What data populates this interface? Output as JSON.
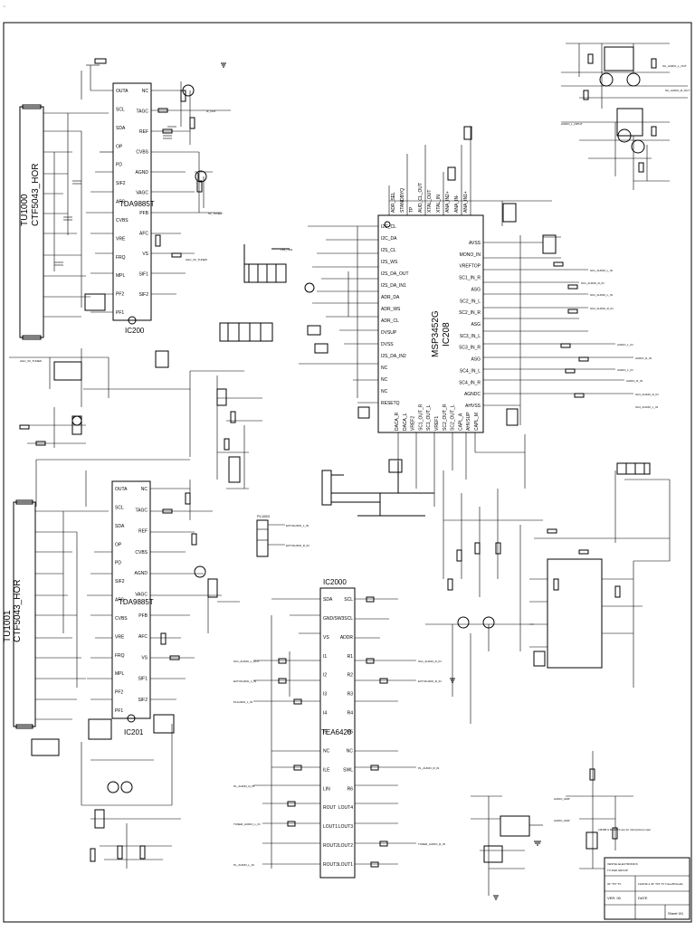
{
  "tuners": [
    {
      "ref": "TU1000",
      "part": "CTF5043_HOR"
    },
    {
      "ref": "TU1001",
      "part": "CTF5043_HOR"
    }
  ],
  "ics": {
    "if1": {
      "part": "TDA9885T",
      "ref": "IC200",
      "left_pins": [
        "OUTA",
        "SCL",
        "SDA",
        "OP",
        "PD",
        "SIF2",
        "AFC",
        "CVBS",
        "VRE",
        "FRQ",
        "MPL",
        "PF2",
        "PF1"
      ],
      "right_pins": [
        "NC",
        "TAGC",
        "REF",
        "CVBS",
        "AGND",
        "VAGC",
        "PFB",
        "AFC",
        "VS",
        "SIF1",
        "SIF2"
      ]
    },
    "if2": {
      "part": "TDA9885T",
      "ref": "IC201",
      "left_pins": [
        "OUTA",
        "SCL",
        "SDA",
        "OP",
        "PD",
        "SIF2",
        "AFC",
        "CVBS",
        "VRE",
        "FRQ",
        "MPL",
        "PF2",
        "PF1"
      ],
      "right_pins": [
        "NC",
        "TAGC",
        "REF",
        "CVBS",
        "AGND",
        "VAGC",
        "PFB",
        "AFC",
        "VS",
        "SIF1",
        "SIF2"
      ]
    },
    "audio": {
      "part": "MSP3452G",
      "ref": "IC208",
      "left_pins": [
        "I2C_CL",
        "I2C_DA",
        "I2S_CL",
        "I2S_WS",
        "I2S_DA_OUT",
        "I2S_DA_IN1",
        "ADR_DA",
        "ADR_WS",
        "ADR_CL",
        "DVSUP",
        "DVSS",
        "I2S_DA_IN2",
        "NC",
        "NC",
        "NC",
        "RESETQ"
      ],
      "top_pins": [
        "ADR_SEL",
        "STANDBYQ",
        "TP",
        "AUD_CL_OUT",
        "XTAL_OUT",
        "XTAL_IN",
        "ANA_IN2+",
        "ANA_IN-",
        "ANA_IN1+"
      ],
      "right_pins": [
        "AVSS",
        "MONO_IN",
        "VREFTOP",
        "SC1_IN_R",
        "ASG",
        "SC2_IN_L",
        "SC2_IN_R",
        "ASG",
        "SC3_IN_L",
        "SC3_IN_R",
        "ASG",
        "SC4_IN_L",
        "SC4_IN_R",
        "AGNDC",
        "AHVSS"
      ],
      "bottom_pins": [
        "DACA_R",
        "DACA_L",
        "VREF2",
        "SC1_OUT_R",
        "SC1_OUT_L",
        "VREF1",
        "SC2_OUT_R",
        "SC2_OUT_L",
        "CAPL_A",
        "AHVSUP",
        "CAPL_M"
      ]
    },
    "switch": {
      "part": "TEA6420",
      "ref": "IC2000",
      "left_pins": [
        "SDA",
        "GND/SW3",
        "VS",
        "I1",
        "I2",
        "I3",
        "I4",
        "I5",
        "NC",
        "ILE",
        "LIN",
        "ROUT",
        "LOUT1",
        "ROUT2",
        "ROUT3"
      ],
      "right_pins": [
        "SCL",
        "SCL",
        "ADDR",
        "R1",
        "R2",
        "R3",
        "R4",
        "R5",
        "NC",
        "SWL",
        "R6",
        "LOUT4",
        "LOUT3",
        "LOUT2",
        "LOUT1"
      ]
    }
  },
  "small_labels": {
    "nets_left": [
      "AGC_3V_TUNER",
      "AGC_3V_TUNER",
      "IF_OUT",
      "5V_TUNER",
      "+5V_TUN"
    ],
    "nets_right_top": [
      "SC_AUDIO_L_OUT",
      "SC_AUDIO_R_OUT",
      "AUDIO_L_INPUT"
    ],
    "nets_audio_right": [
      "SC1_AUDIO_L_IN",
      "SC1_AUDIO_R_IN",
      "SC2_AUDIO_L_IN",
      "SC2_AUDIO_R_IN",
      "AUDIO_L_IN",
      "AUDIO_R_IN",
      "AUDIO_L_IN",
      "AUDIO_R_IN",
      "SC3_AUDIO_R_IN",
      "SC3_AUDIO_L_IN"
    ],
    "pl_ref": "PL1063",
    "pl_nets": [
      "EXTVAUDIO_L_IN",
      "EXTVAUDIO_R_IN"
    ],
    "switch_left_nets": [
      "SC1_AUDIO_L_OUT",
      "EXTVAUDIO_L_IN",
      "PLAUDIO_L_IN",
      "PL_AUDIO_R_IN",
      "TUNER_AUDIO_L_IN",
      "PL_AUDIO_L_IN"
    ],
    "switch_right_nets": [
      "SC1_AUDIO_R_IN",
      "EXTVAUDIO_R_IN",
      "PL_AUDIO_R_IN",
      "TUNER_AUDIO_R_IN"
    ],
    "amp_note": "LM358 & MLE2XX are for microphone input",
    "amp_label": "AUDIO_AMP"
  },
  "title_block": {
    "company": "VESTEL ELECTRONICS",
    "group": "TV R&D GROUP",
    "project": "32\" TFT TV",
    "title": "11AK36-1 32\" TFT TV Tuner/IF/Audio",
    "version_label": "VER. 00",
    "date_label": "DATE",
    "sheet_label": "Sheet 0/1"
  }
}
